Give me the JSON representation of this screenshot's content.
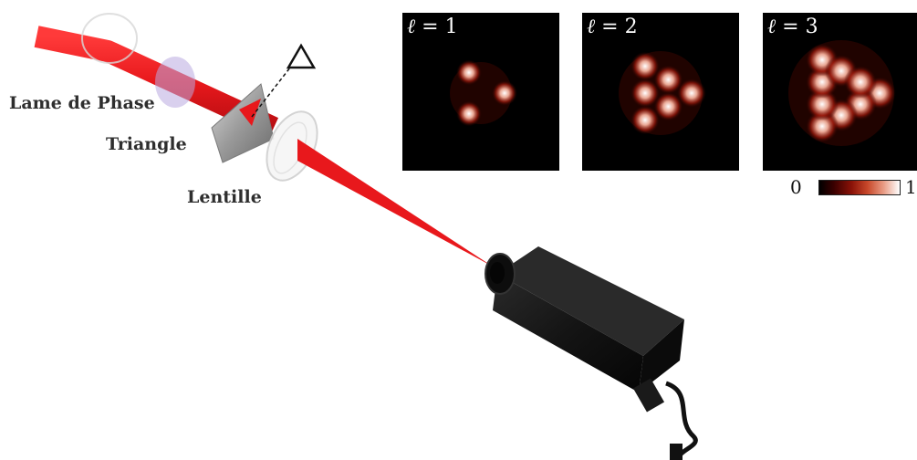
{
  "labels": {
    "phase_plate": "Lame de Phase",
    "triangle": "Triangle",
    "lens": "Lentille",
    "aperture_symbol": "△"
  },
  "panels": [
    {
      "ell_symbol": "ℓ",
      "equals": " = ",
      "value": "1",
      "spots": 3
    },
    {
      "ell_symbol": "ℓ",
      "equals": " = ",
      "value": "2",
      "spots": 6
    },
    {
      "ell_symbol": "ℓ",
      "equals": " = ",
      "value": "3",
      "spots": 9
    }
  ],
  "colorbar": {
    "min_label": "0",
    "max_label": "1",
    "colors": [
      "#000000",
      "#8a1208",
      "#ffffff"
    ]
  },
  "colors": {
    "beam": "#e8181c",
    "camera": "#161616",
    "background": "#ffffff"
  }
}
